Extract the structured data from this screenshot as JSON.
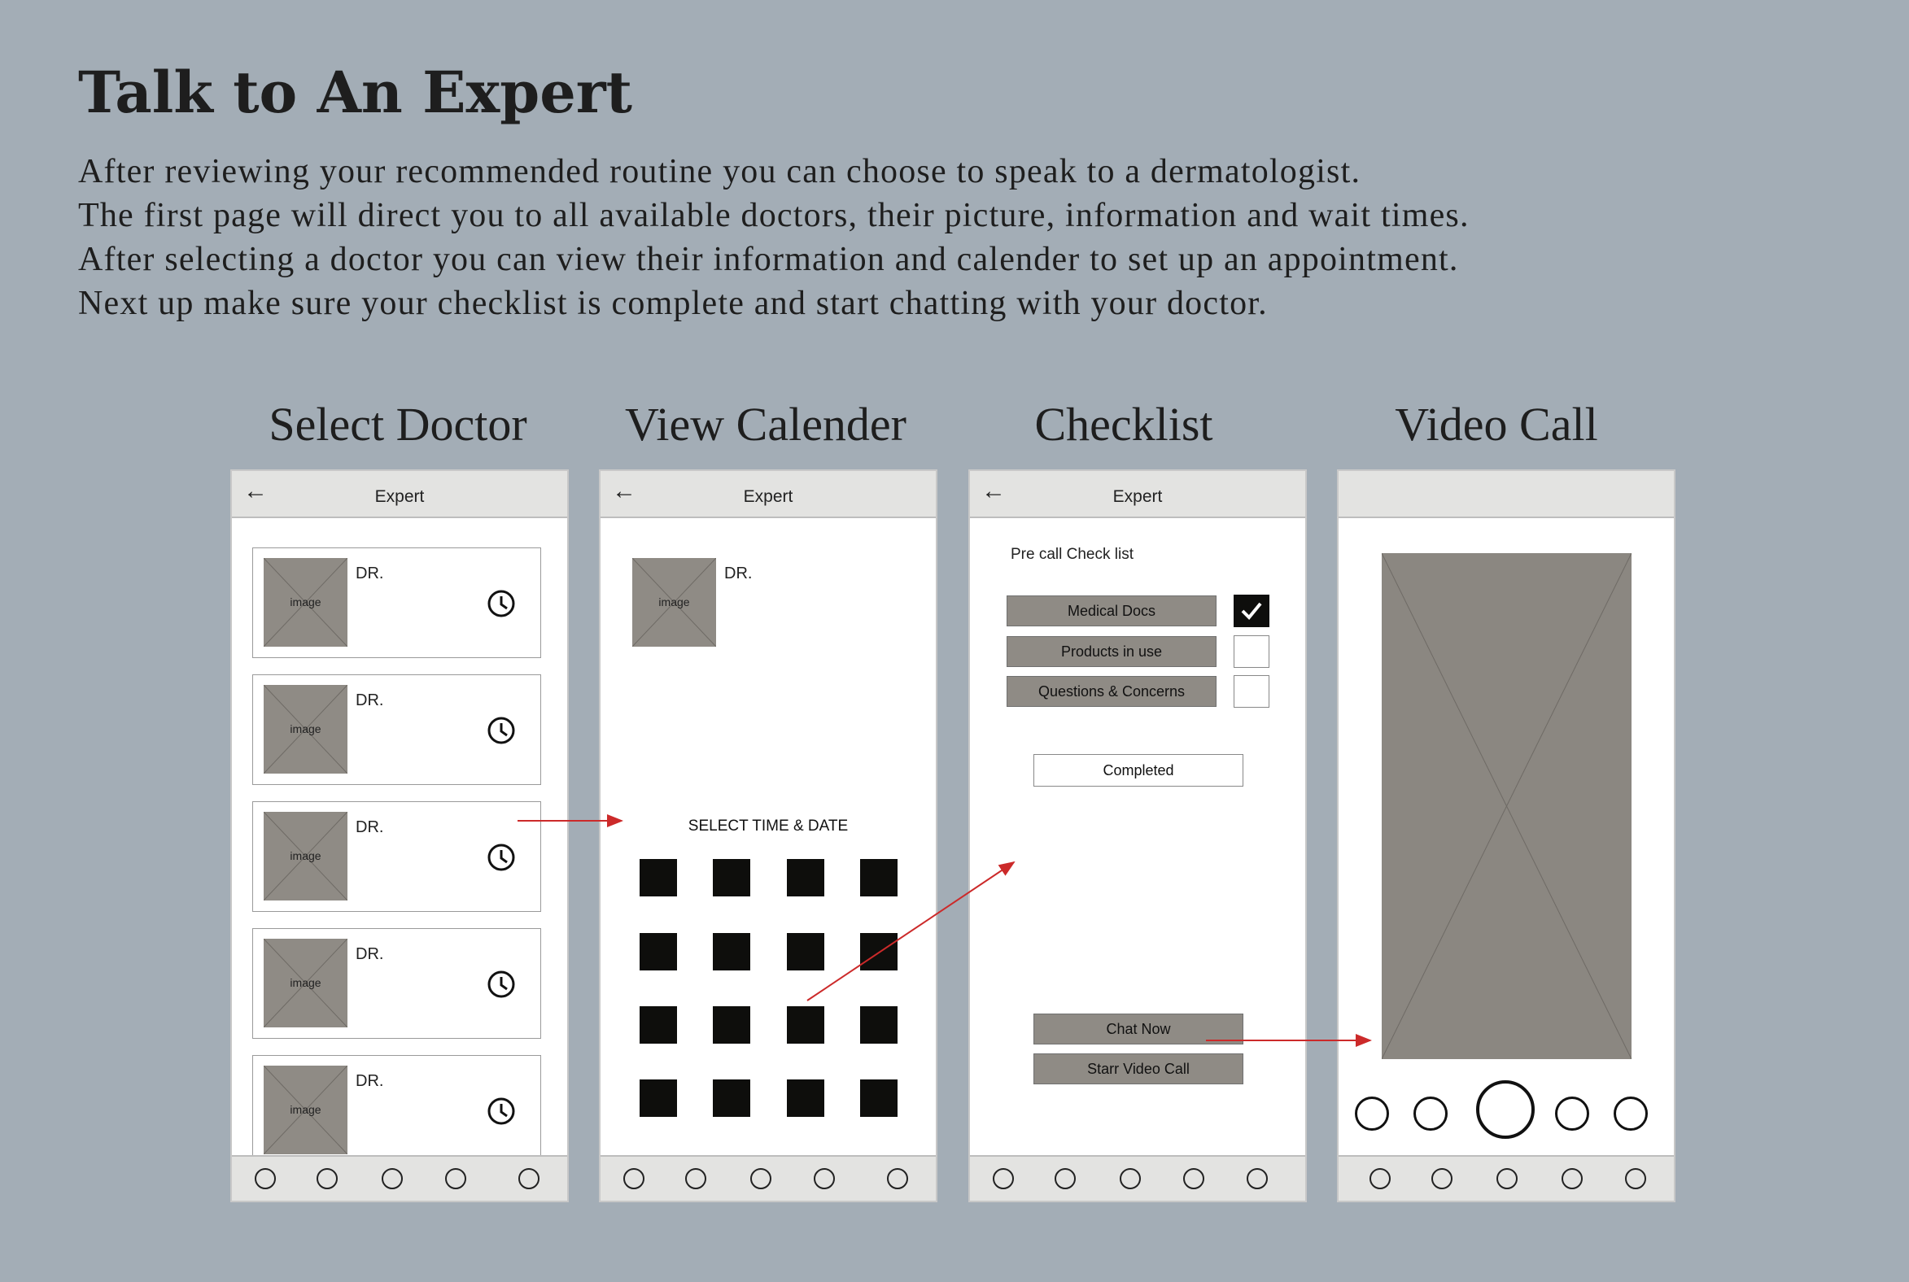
{
  "title": "Talk to An Expert",
  "description": [
    "After reviewing your recommended routine you can choose to speak to a dermatologist.",
    "The first page will direct you to all available doctors, their picture, information and wait times.",
    "After selecting a doctor you can view their information and calender to set up an appointment.",
    "Next up make sure your checklist is complete and start chatting with your doctor."
  ],
  "screen_titles": [
    "Select Doctor",
    "View Calender",
    "Checklist",
    "Video Call"
  ],
  "header": {
    "back_icon": "←",
    "title": "Expert"
  },
  "doctor_cards": [
    {
      "name": "DR.",
      "image_label": "image"
    },
    {
      "name": "DR.",
      "image_label": "image"
    },
    {
      "name": "DR.",
      "image_label": "image"
    },
    {
      "name": "DR.",
      "image_label": "image"
    },
    {
      "name": "DR.",
      "image_label": "image"
    }
  ],
  "calendar": {
    "doctor_name": "DR.",
    "image_label": "image",
    "select_label": "SELECT TIME & DATE"
  },
  "checklist": {
    "title": "Pre call Check list",
    "items": [
      {
        "label": "Medical Docs",
        "checked": true
      },
      {
        "label": "Products in use",
        "checked": false
      },
      {
        "label": "Questions & Concerns",
        "checked": false
      }
    ],
    "completed_label": "Completed",
    "chat_label": "Chat Now",
    "video_label": "Starr Video Call"
  },
  "colors": {
    "background": "#a3adb6",
    "placeholder": "#8f8b85",
    "arrow": "#cc2a2a",
    "bar": "#e3e3e1"
  },
  "icons": [
    "back-arrow-icon",
    "clock-icon",
    "checkmark-icon",
    "nav-circle-icon",
    "camera-shutter-icon"
  ]
}
